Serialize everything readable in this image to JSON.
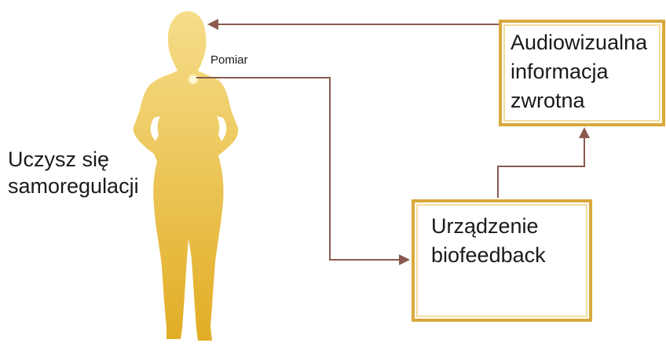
{
  "labels": {
    "self_regulation_line1": "Uczysz się",
    "self_regulation_line2": "samoregulacji",
    "measurement": "Pomiar"
  },
  "boxes": {
    "audiovisual": {
      "line1": "Audiowizualna",
      "line2": "informacja",
      "line3": "zwrotna"
    },
    "biofeedback": {
      "line1": "Urządzenie",
      "line2": "biofeedback"
    }
  },
  "colors": {
    "figure_top": "#f6dd8a",
    "figure_bottom": "#e1ad25",
    "box_border": "#d9a93c",
    "arrow": "#8a5a4e"
  }
}
